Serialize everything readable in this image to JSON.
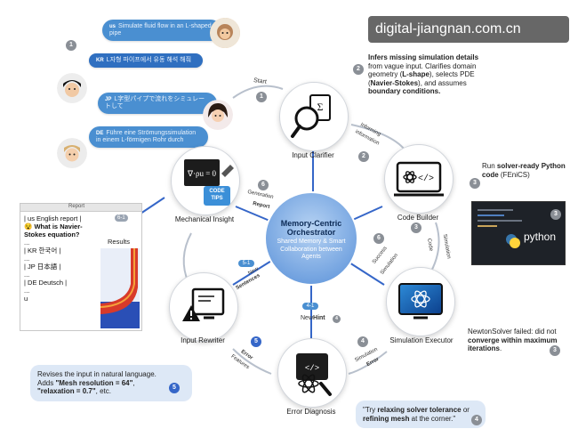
{
  "watermark": "digital-jiangnan.com.cn",
  "requests": [
    {
      "lang": "us",
      "text": "Simulate fluid flow in an L-shaped pipe"
    },
    {
      "lang": "KR",
      "text": "L자형 파이프에서 유동 해석 해줘"
    },
    {
      "lang": "JP",
      "text": "L字型パイプで流れをシミュレートして"
    },
    {
      "lang": "DE",
      "text": "Führe eine Strömungssimulation in einem L-förmigen Rohr durch"
    }
  ],
  "center": {
    "title": "Memory-Centric Orchestrator",
    "subtitle": "Shared Memory & Smart Collaboration between Agents"
  },
  "nodes": {
    "input_clarifier": "Input Clarifier",
    "code_builder": "Code Builder",
    "simulation_executor": "Simulation Executor",
    "error_diagnosis": "Error Diagnosis",
    "input_rewriter": "Input Rewriter",
    "mechanical_insight": "Mechanical Insight"
  },
  "steps": {
    "start": "Start",
    "s1": "1",
    "s2": "2",
    "s3": "3",
    "s4": "4",
    "s4_1": "4-1",
    "s5": "5",
    "s5_1": "5-1",
    "s6": "6",
    "s6_1": "6-1"
  },
  "edges": {
    "informing": "Informing",
    "information": "information",
    "code": "Code",
    "simulation": "Simulation",
    "success": "Success",
    "simulation2": "Simulation",
    "error": "Error",
    "error2": "Error",
    "features": "Features",
    "sentences": "Sentences",
    "new": "New",
    "generation": "Generation",
    "report": "Report",
    "new_hint_new": "New",
    "new_hint_hint": "Hint"
  },
  "callouts": {
    "clarifier_pre": "Infers missing simulation details",
    "clarifier_mid1": " from vague input. Clarifies domain geometry (",
    "clarifier_b1": "L-shape",
    "clarifier_mid2": "), selects PDE (",
    "clarifier_b2": "Navier-Stokes",
    "clarifier_mid3": "), and assumes ",
    "clarifier_b3": "boundary conditions.",
    "builder_pre": "Run ",
    "builder_b": "solver-ready Python code",
    "builder_post": " (FEniCS)",
    "executor_pre": "NewtonSolver failed: did not ",
    "executor_b1": "converge within maximum iterations",
    "executor_post": ".",
    "diagnosis_pre": "\"Try ",
    "diagnosis_b1": "relaxing solver tolerance",
    "diagnosis_mid": " or ",
    "diagnosis_b2": "refining mesh",
    "diagnosis_post": " at the corner.\"",
    "rewriter_l1": "Revises the input in natural language.",
    "rewriter_l2a": "Adds ",
    "rewriter_b1": "\"Mesh resolution = 64\"",
    "rewriter_b2": "\"relaxation = 0.7\"",
    "rewriter_l3": ", etc."
  },
  "code_tips": {
    "l1": "CODE",
    "l2": "TIPS"
  },
  "python_logo": "python",
  "report": {
    "title": "Report",
    "s61": "6-1",
    "results": "Results",
    "us_line": "| us English report |",
    "q1": "What is Navier-",
    "q2": "Stokes equation?",
    "q_emoji": "😵",
    "dots1": "...",
    "kr": "| KR 한국어 |",
    "dots2": "...",
    "jp": "| JP 日本語 |",
    "dots3": "...",
    "de": "| DE Deutsch |",
    "dots4": "...",
    "u_label": "u"
  },
  "colors": {
    "accent": "#3566c8",
    "bubble": "#4a8fd1",
    "center": "#8fb8e8",
    "wire": "#9aa4b2"
  }
}
